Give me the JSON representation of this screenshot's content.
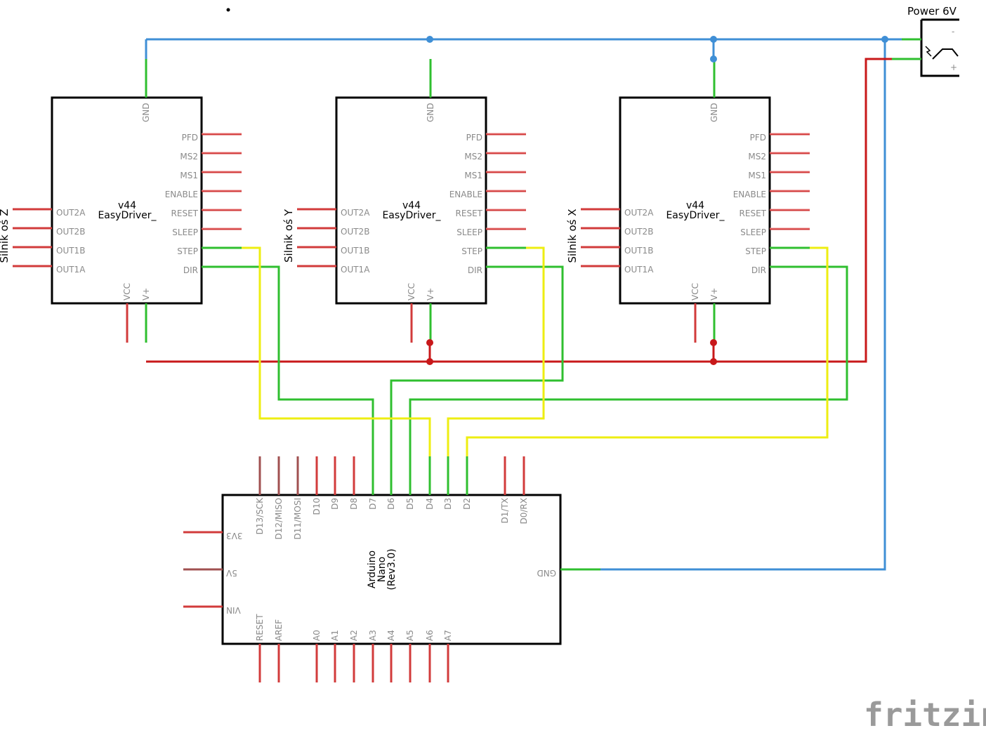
{
  "drivers": [
    {
      "id": "z",
      "title_line1": "v44",
      "title_line2": "EasyDriver_",
      "motor_label": "Silnik oś Z"
    },
    {
      "id": "y",
      "title_line1": "v44",
      "title_line2": "EasyDriver_",
      "motor_label": "Silnik oś Y"
    },
    {
      "id": "x",
      "title_line1": "v44",
      "title_line2": "EasyDriver_",
      "motor_label": "Silnik oś X"
    }
  ],
  "driver_pins": {
    "top": "GND",
    "right": [
      "PFD",
      "MS2",
      "MS1",
      "ENABLE",
      "RESET",
      "SLEEP",
      "STEP",
      "DIR"
    ],
    "left": [
      "OUT2A",
      "OUT2B",
      "OUT1B",
      "OUT1A"
    ],
    "bottom": [
      "VCC",
      "V+"
    ]
  },
  "arduino": {
    "title_lines": [
      "Arduino",
      "Nano",
      "(Rev3.0)"
    ],
    "top_pins": [
      "D13/SCK",
      "D12/MISO",
      "D11/MOSI",
      "D10",
      "D9",
      "D8",
      "D7",
      "D6",
      "D5",
      "D4",
      "D3",
      "D2",
      "D1/TX",
      "D0/RX"
    ],
    "bottom_pins": [
      "RESET",
      "AREF",
      "A0",
      "A1",
      "A2",
      "A3",
      "A4",
      "A5",
      "A6",
      "A7"
    ],
    "left_pins": [
      "3V3",
      "5V",
      "VIN"
    ],
    "right_pin": "GND"
  },
  "power": {
    "title": "Power 6V",
    "minus": "-",
    "plus": "+"
  },
  "logo": "fritzing",
  "colors": {
    "gnd": "#3f8fd6",
    "vplus": "#c8181a",
    "dir": "#2fbf2f",
    "step": "#eeee11",
    "pin": "#d23b3b",
    "dark_pin": "#a05050",
    "outline": "#000000"
  }
}
